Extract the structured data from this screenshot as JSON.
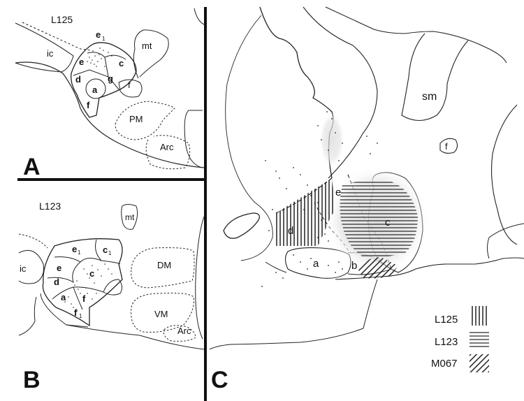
{
  "figure": {
    "panels": [
      {
        "letter": "A",
        "case": "L125",
        "labels": {
          "e1": "e",
          "e1_sub": "1",
          "e": "e",
          "c": "c",
          "d": "d",
          "g": "g",
          "a": "a",
          "f_lower": "f",
          "f_right": "f",
          "ic": "ic",
          "mt": "mt",
          "PM": "PM",
          "Arc": "Arc"
        }
      },
      {
        "letter": "B",
        "case": "L123",
        "labels": {
          "e1": "e",
          "e1_sub": "1",
          "c1": "c",
          "c1_sub": "1",
          "e": "e",
          "c": "c",
          "d": "d",
          "a": "a",
          "f": "f",
          "f1": "f",
          "f1_sub": "1",
          "ic": "ic",
          "mt": "mt",
          "DM": "DM",
          "VM": "VM",
          "Arc": "Arc"
        }
      },
      {
        "letter": "C",
        "labels": {
          "sm": "sm",
          "f": "f",
          "e": "e",
          "d": "d",
          "c": "c",
          "a": "a",
          "b": "b"
        }
      }
    ],
    "legend": [
      {
        "case": "L125",
        "pattern": "vertical-hatch"
      },
      {
        "case": "L123",
        "pattern": "horizontal-hatch"
      },
      {
        "case": "M067",
        "pattern": "diagonal-hatch"
      }
    ]
  }
}
